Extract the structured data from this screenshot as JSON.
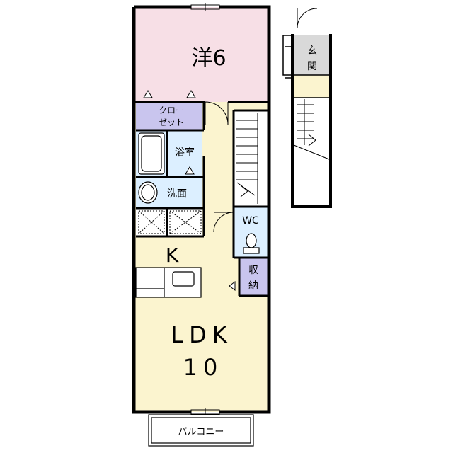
{
  "rooms": {
    "western_room": {
      "label": "洋6"
    },
    "closet": {
      "line1": "クロー",
      "line2": "ゼット"
    },
    "bathroom": {
      "label": "浴室"
    },
    "washroom": {
      "label": "洗面"
    },
    "kitchen": {
      "label": "K"
    },
    "wc": {
      "label": "WC"
    },
    "storage": {
      "line1": "収",
      "line2": "納"
    },
    "ldk": {
      "line1": "LDK",
      "line2": "10"
    },
    "entrance": {
      "line1": "玄",
      "line2": "関"
    },
    "balcony": {
      "label": "バルコニー"
    }
  },
  "colors": {
    "western_room": "#f7dfe6",
    "closet": "#c9c5ee",
    "wet_area": "#dcefff",
    "ldk": "#fbf4cf",
    "entrance": "#d9d9d9",
    "stair_landing": "#fbf4cf",
    "wall": "#000000"
  }
}
